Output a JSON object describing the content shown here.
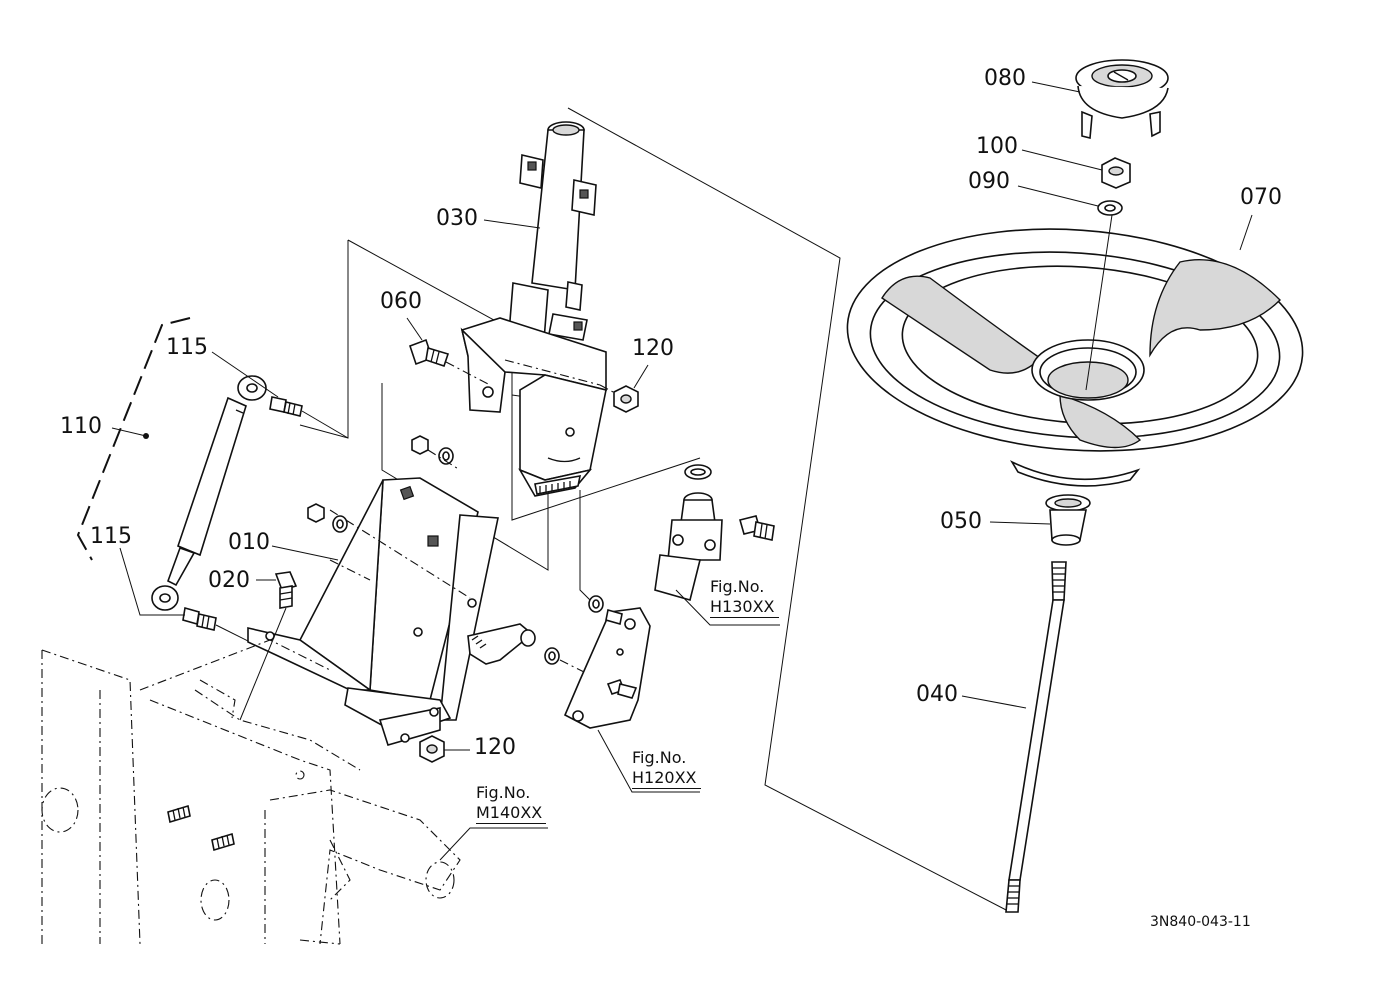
{
  "labels": {
    "p080": "080",
    "p100": "100",
    "p090": "090",
    "p070": "070",
    "p030": "030",
    "p060": "060",
    "p120a": "120",
    "p115a": "115",
    "p110": "110",
    "p115b": "115",
    "p010": "010",
    "p020": "020",
    "p050": "050",
    "p040": "040",
    "p120b": "120"
  },
  "figure_refs": [
    {
      "prefix": "Fig.No.",
      "code": "H130XX"
    },
    {
      "prefix": "Fig.No.",
      "code": "H120XX"
    },
    {
      "prefix": "Fig.No.",
      "code": "M140XX"
    }
  ],
  "drawing_code": "3N840-043-11"
}
